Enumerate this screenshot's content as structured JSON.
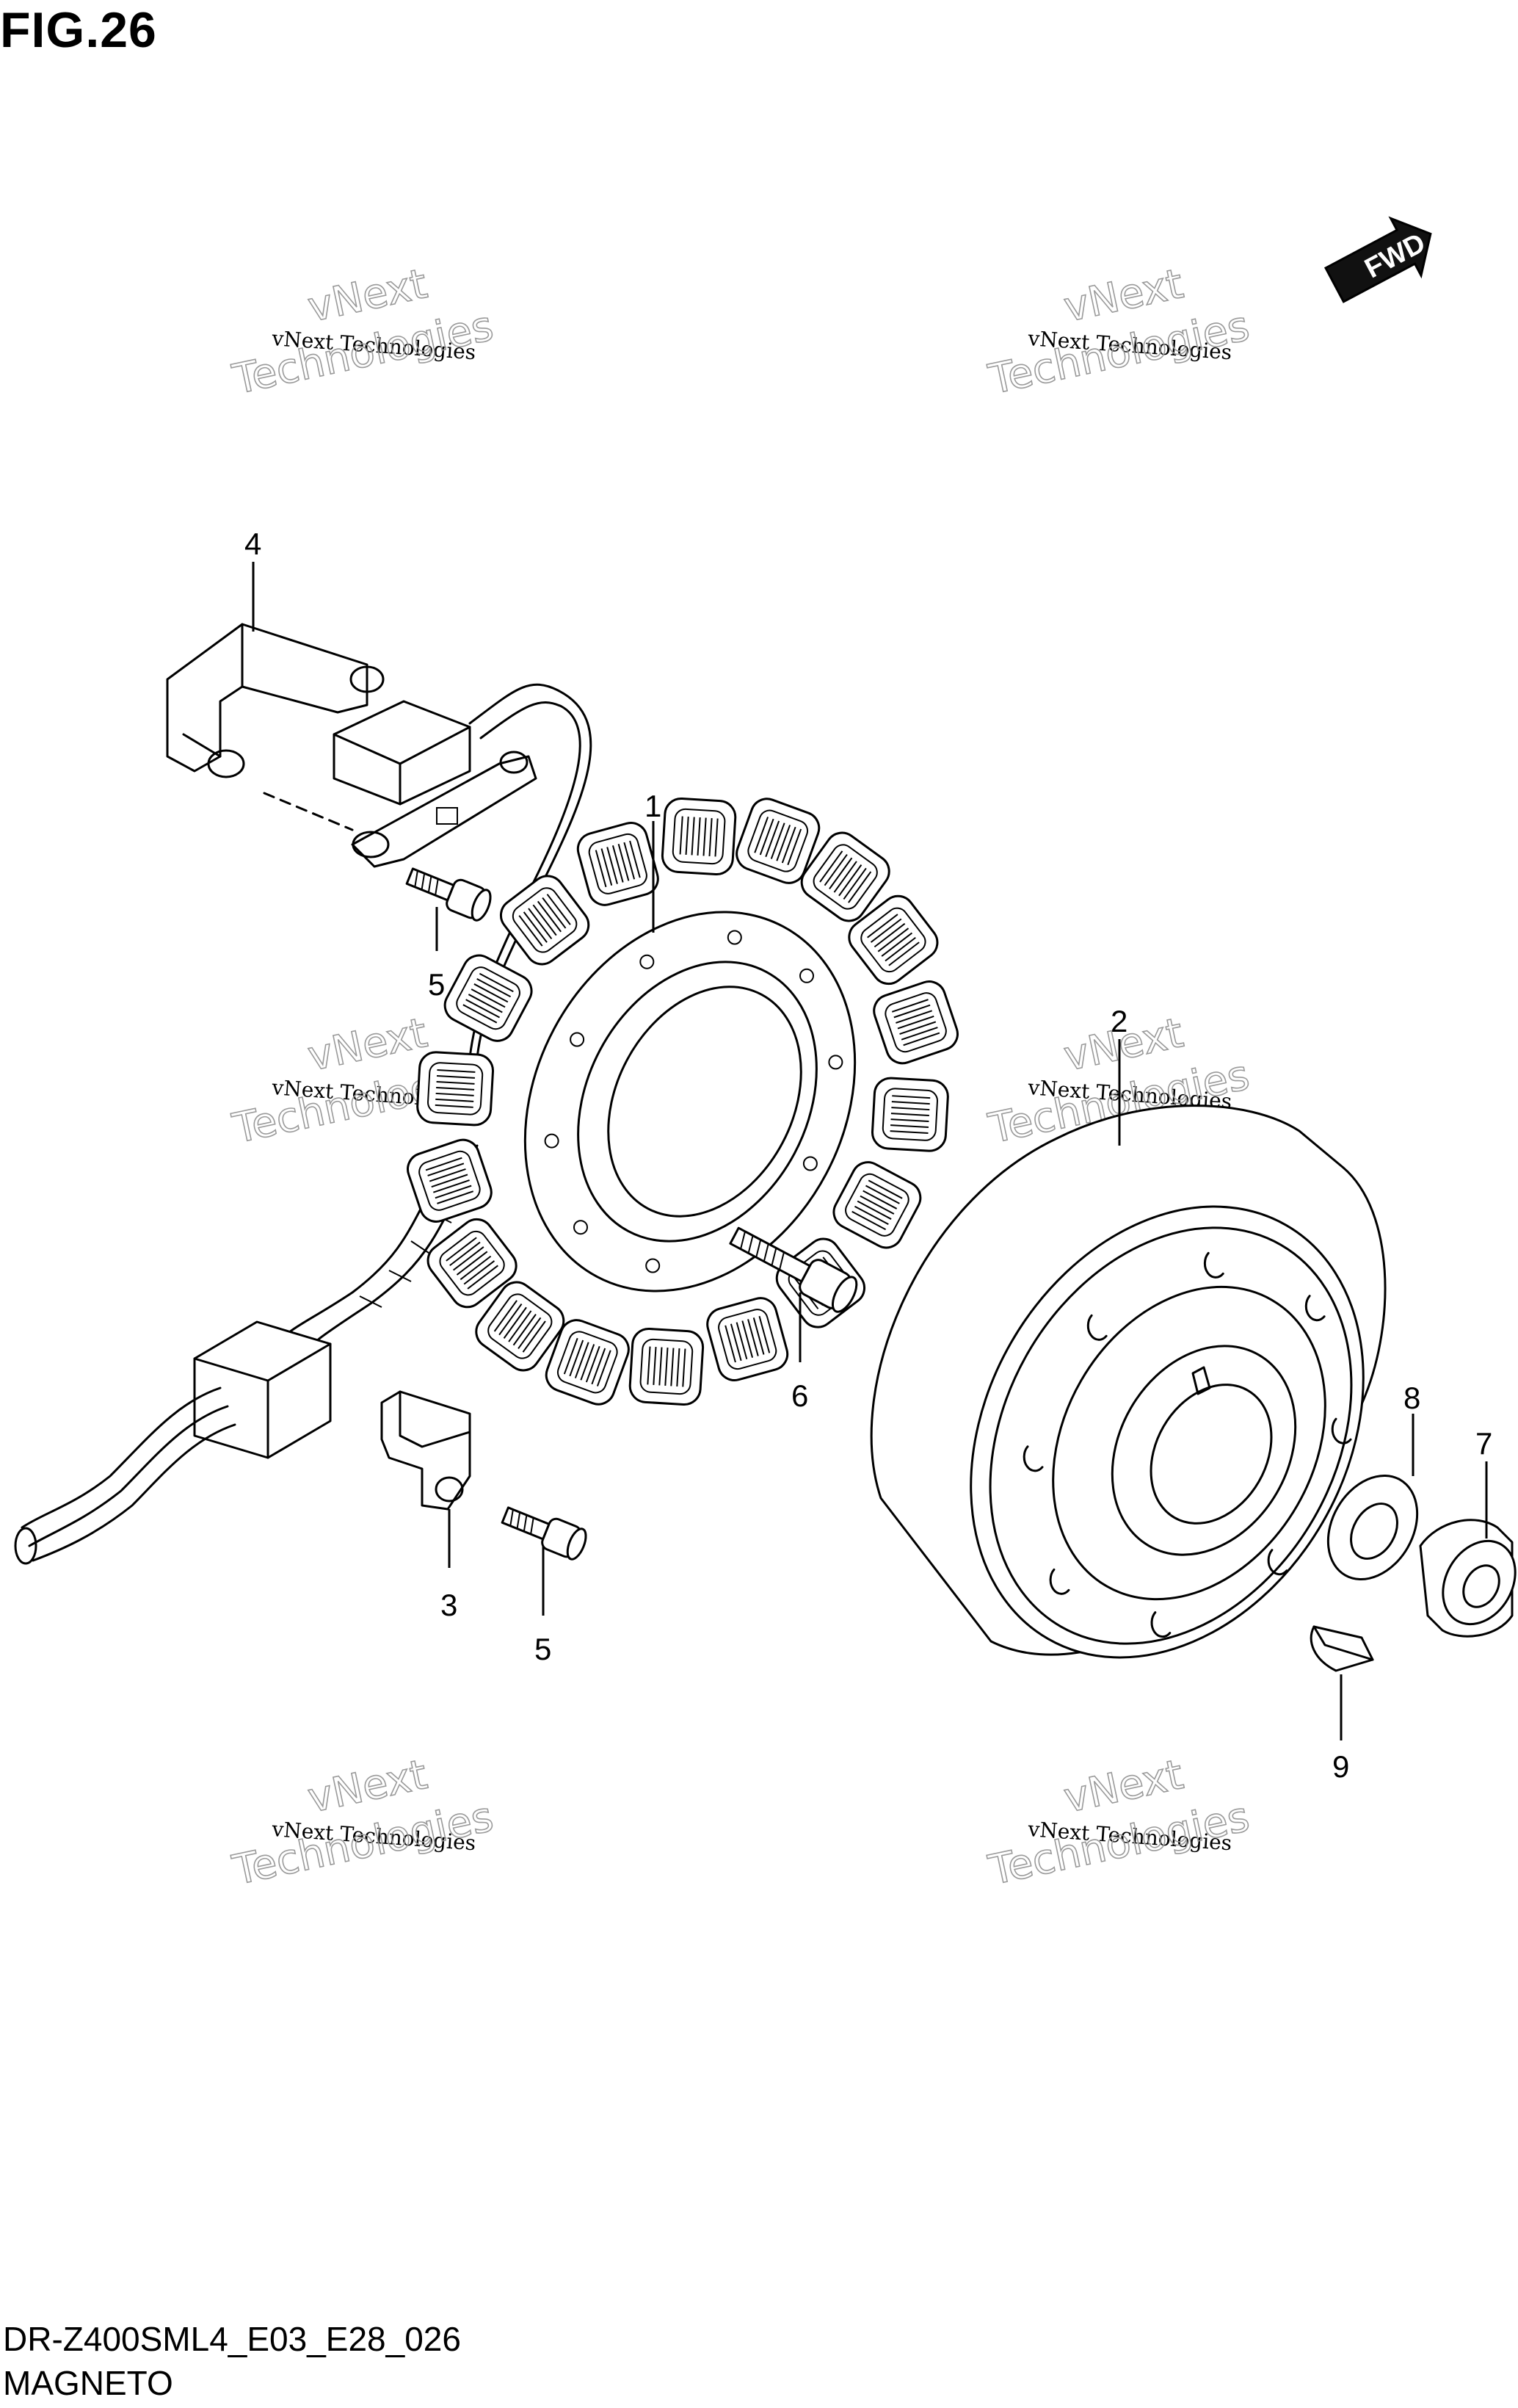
{
  "figure": {
    "title": "FIG.26"
  },
  "fwd_badge": {
    "label": "FWD"
  },
  "callouts": [
    {
      "label": "1"
    },
    {
      "label": "2"
    },
    {
      "label": "3"
    },
    {
      "label": "4"
    },
    {
      "label": "5"
    },
    {
      "label": "5"
    },
    {
      "label": "6"
    },
    {
      "label": "7"
    },
    {
      "label": "8"
    },
    {
      "label": "9"
    }
  ],
  "watermark": {
    "line1": "vNext Technologies",
    "line2_top": "vNext",
    "line2_bottom": "Technologies"
  },
  "footer": {
    "code": "DR-Z400SML4_E03_E28_026",
    "name": "MAGNETO"
  }
}
